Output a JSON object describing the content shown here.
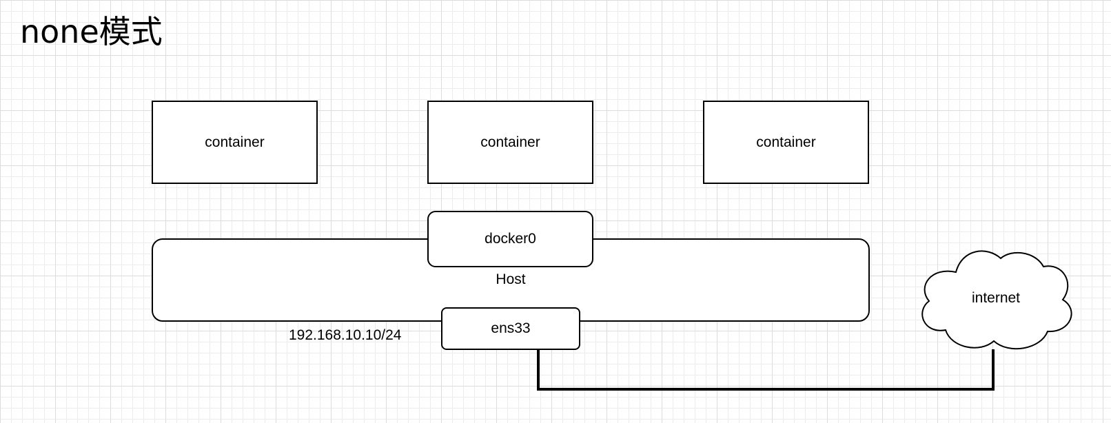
{
  "title": "none模式",
  "containers": [
    "container",
    "container",
    "container"
  ],
  "bridge": "docker0",
  "host": "Host",
  "interface": "ens33",
  "ip": "192.168.10.10/24",
  "external": "internet"
}
